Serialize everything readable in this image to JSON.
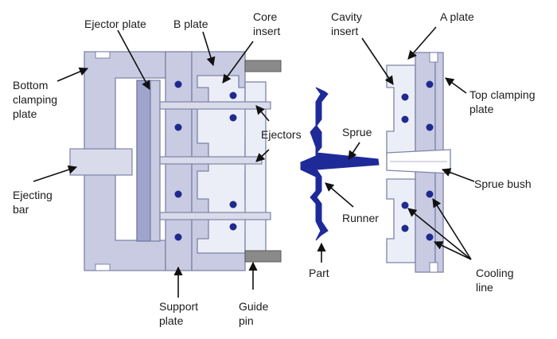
{
  "labels": {
    "ejector_plate": "Ejector plate",
    "b_plate": "B plate",
    "core_insert_1": "Core",
    "core_insert_2": "insert",
    "cavity_insert_1": "Cavity",
    "cavity_insert_2": "insert",
    "a_plate": "A plate",
    "bottom_clamping_1": "Bottom",
    "bottom_clamping_2": "clamping",
    "bottom_clamping_3": "plate",
    "top_clamping_1": "Top clamping",
    "top_clamping_2": "plate",
    "ejectors": "Ejectors",
    "sprue": "Sprue",
    "sprue_bush": "Sprue bush",
    "ejecting_bar_1": "Ejecting",
    "ejecting_bar_2": "bar",
    "runner": "Runner",
    "part": "Part",
    "cooling_line_1": "Cooling",
    "cooling_line_2": "line",
    "support_plate_1": "Support",
    "support_plate_2": "plate",
    "guide_pin_1": "Guide",
    "guide_pin_2": "pin"
  },
  "colors": {
    "plate": "#c8cbe2",
    "ejector_plate": "#9ea4cc",
    "insert": "#eceef7",
    "cooling": "#1f2a8f",
    "part": "#1f2a99",
    "guide_pin": "#8a8a8a"
  }
}
